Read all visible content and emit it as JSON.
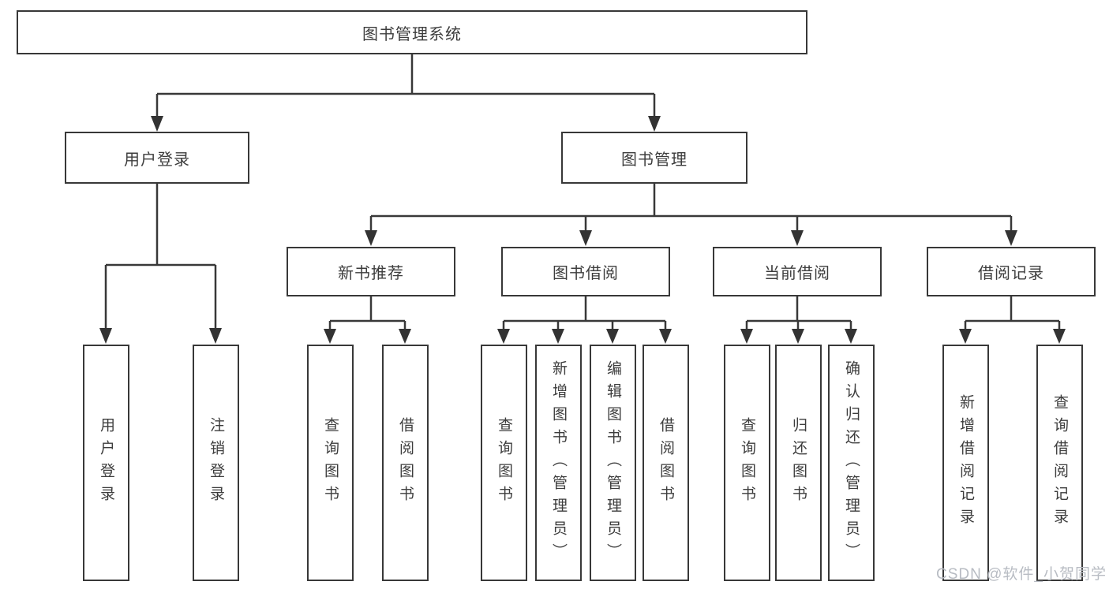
{
  "diagram": {
    "root": {
      "label": "图书管理系统"
    },
    "groups": [
      {
        "label": "用户登录",
        "children": [
          {
            "label": "用户登录"
          },
          {
            "label": "注销登录"
          }
        ]
      },
      {
        "label": "图书管理",
        "sections": [
          {
            "label": "新书推荐",
            "children": [
              {
                "label": "查询图书"
              },
              {
                "label": "借阅图书"
              }
            ]
          },
          {
            "label": "图书借阅",
            "children": [
              {
                "label": "查询图书"
              },
              {
                "label": "新增图书（管理员）"
              },
              {
                "label": "编辑图书（管理员）"
              },
              {
                "label": "借阅图书"
              }
            ]
          },
          {
            "label": "当前借阅",
            "children": [
              {
                "label": "查询图书"
              },
              {
                "label": "归还图书"
              },
              {
                "label": "确认归还（管理员）"
              }
            ]
          },
          {
            "label": "借阅记录",
            "children": [
              {
                "label": "新增借阅记录"
              },
              {
                "label": "查询借阅记录"
              }
            ]
          }
        ]
      }
    ]
  },
  "watermark": {
    "text": "CSDN @软件_小贺同学"
  },
  "colors": {
    "line": "#383838",
    "arrow": "#333333",
    "node_text": "#3d3d3d",
    "background": "#ffffff",
    "watermark_text": "#b8bcc3"
  }
}
